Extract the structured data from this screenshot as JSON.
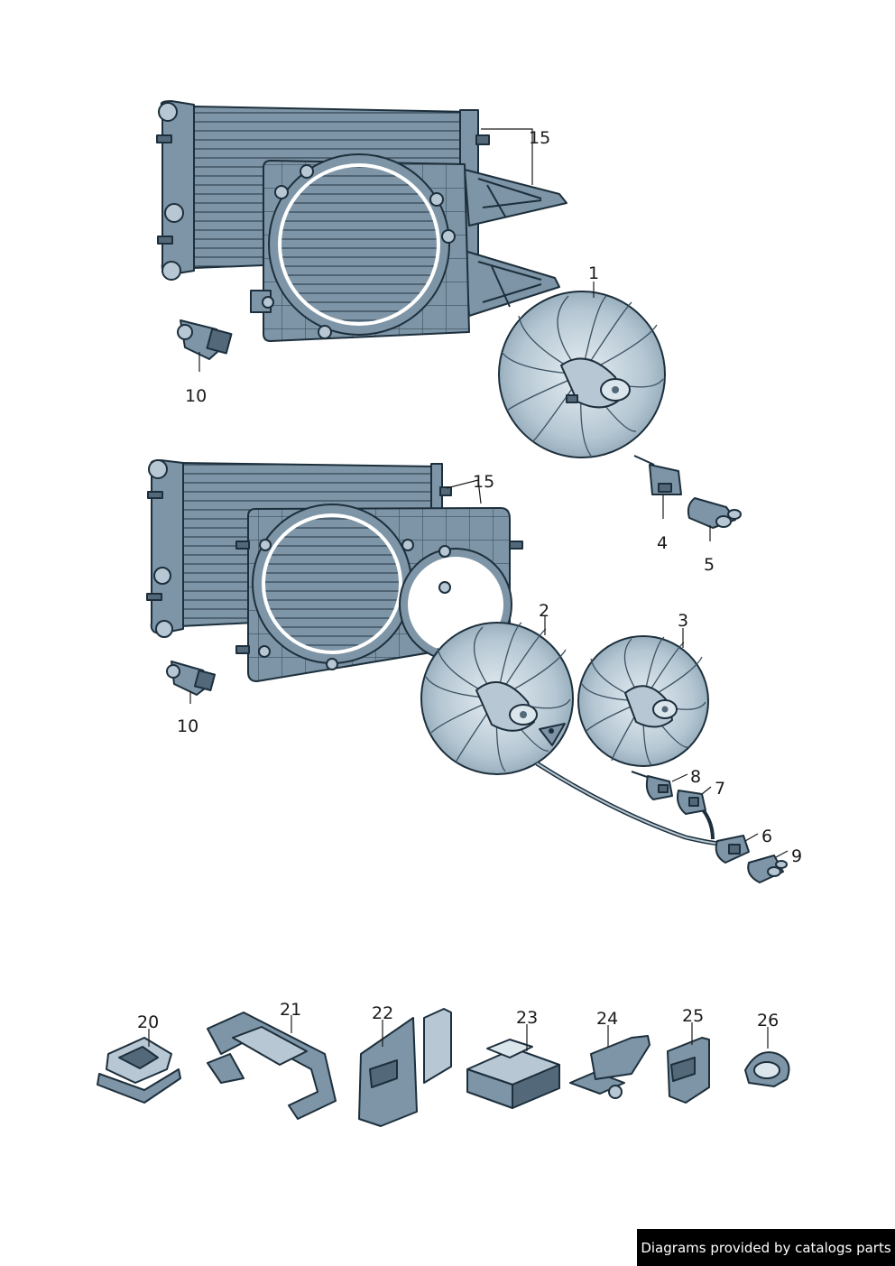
{
  "callouts": {
    "c1": "1",
    "c2": "2",
    "c3": "3",
    "c4": "4",
    "c5": "5",
    "c6": "6",
    "c7": "7",
    "c8": "8",
    "c9": "9",
    "c10a": "10",
    "c10b": "10",
    "c15a": "15",
    "c15b": "15",
    "c20": "20",
    "c21": "21",
    "c22": "22",
    "c23": "23",
    "c24": "24",
    "c25": "25",
    "c26": "26"
  },
  "footer": {
    "credit": "Diagrams provided by catalogs parts"
  },
  "colors": {
    "part": "#7d95a6",
    "outline": "#1d2f3c",
    "background": "#ffffff",
    "credit_bg": "#000000"
  }
}
